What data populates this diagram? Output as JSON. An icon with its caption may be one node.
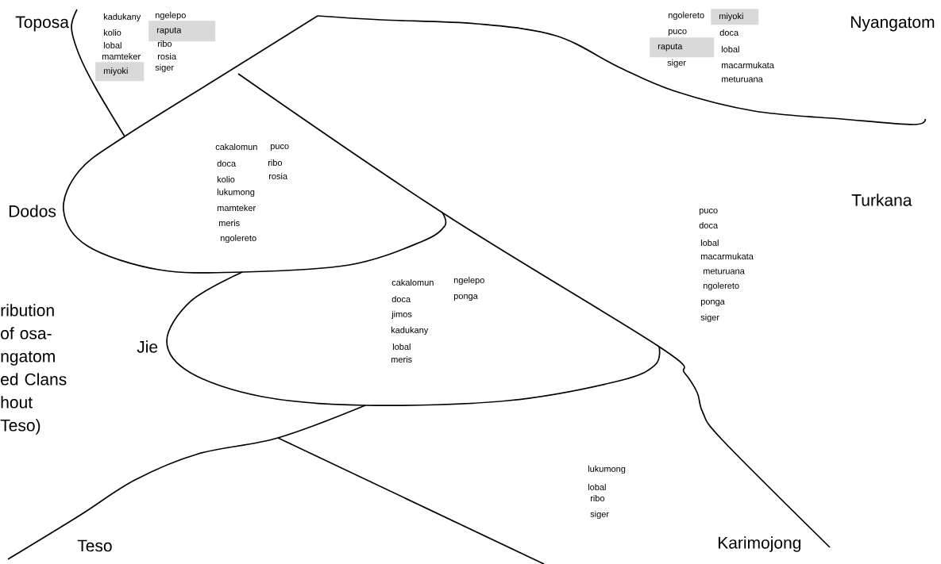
{
  "diagram": {
    "nodes": [
      {
        "text": [
          "raputa"
        ]
      },
      {
        "text": [
          "miyoki"
        ]
      },
      {
        "text": [
          "miyoki"
        ]
      },
      {
        "text": [
          "raputa"
        ]
      }
    ],
    "labels": [
      "Toposa",
      "kadukany",
      "kolio",
      "lobal",
      "mamteker",
      "ngelepo",
      "ribo",
      "rosia",
      "siger",
      "Nyangatom",
      "ngolereto",
      "puco",
      "doca",
      "lobal",
      "siger",
      "macarmukata",
      "meturuana",
      "Dodos",
      "cakalomun",
      "doca",
      "kolio",
      "lukumong",
      "mamteker",
      "meris",
      "ngolereto",
      "puco",
      "ribo",
      "rosia",
      "Turkana",
      "puco",
      "doca",
      "lobal",
      "macarmukata",
      "meturuana",
      "ngolereto",
      "ponga",
      "siger",
      "ribution of osa- ngatom ed Clans hout Teso)",
      "Jie",
      "cakalomun",
      "doca",
      "jimos",
      "kadukany",
      "lobal",
      "meris",
      "ngelepo",
      "ponga",
      "lukumong",
      "lobal",
      "ribo",
      "siger",
      "Teso",
      "Karimojong"
    ]
  }
}
